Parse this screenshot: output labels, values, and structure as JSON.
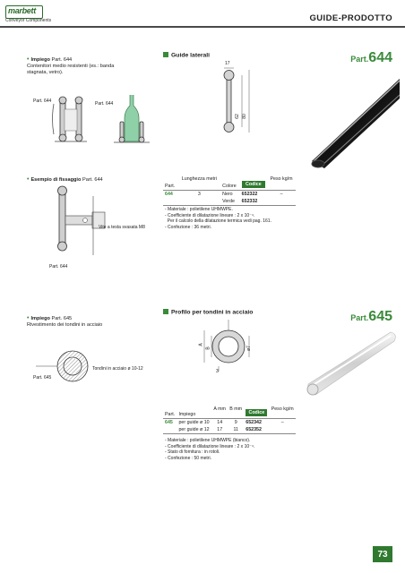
{
  "header": {
    "logo_text": "marbett",
    "logo_sub": "Conveyor Components",
    "title": "GUIDE-PRODOTTO"
  },
  "s644": {
    "impiego_label": "Impiego",
    "impiego_part": "Part. 644",
    "impiego_desc": "Contenitori medio resistenti (es.: banda stagnata, vetro).",
    "fig_label_1": "Part. 644",
    "fig_label_2": "Part. 644",
    "esempio_label": "Esempio di fissaggio",
    "esempio_part": "Part. 644",
    "screw_label": "Vite a testa svasata M8",
    "fig_label_3": "Part. 644",
    "section_title": "Guide laterali",
    "dim_top": "17",
    "dim_v1": "62",
    "dim_v2": "80",
    "part_prefix": "Part.",
    "part_number": "644",
    "table": {
      "headers": [
        "Part.",
        "Lunghezza metri",
        "Colore",
        "Codice",
        "Peso kg/m"
      ],
      "rows": [
        {
          "part": "644",
          "length": "3",
          "color": "Nero",
          "code": "652322",
          "weight": "–"
        },
        {
          "part": "",
          "length": "",
          "color": "Verde",
          "code": "652332",
          "weight": ""
        }
      ]
    },
    "notes": [
      "- Materiale : polietilene UHMWPE.",
      "- Coefficiente di dilatazione lineare : 2 x 10⁻⁴.",
      "  Per il calcolo della dilatazione termica vedi pag. 161.",
      "- Confezione : 36 metri."
    ]
  },
  "s645": {
    "impiego_label": "Impiego",
    "impiego_part": "Part. 645",
    "impiego_desc": "Rivestimento dei tondini in acciaio",
    "fig_label": "Part. 645",
    "rod_label": "Tondini in acciaio ø 10-12",
    "section_title": "Profilo per tondini in acciaio",
    "dim_a": "A",
    "dim_b": "B",
    "dim_3": "3",
    "dim_d": "ø7",
    "part_prefix": "Part.",
    "part_number": "645",
    "table": {
      "headers": [
        "Part.",
        "Impiego",
        "A mm",
        "B mm",
        "Codice",
        "Peso kg/m"
      ],
      "rows": [
        {
          "part": "645",
          "use": "per guide ø 10",
          "a": "14",
          "b": "9",
          "code": "652342",
          "weight": "–"
        },
        {
          "part": "",
          "use": "per guide ø 12",
          "a": "17",
          "b": "11",
          "code": "652352",
          "weight": ""
        }
      ]
    },
    "notes": [
      "- Materiale : polietilene UHMWPE (bianco).",
      "- Coefficiente di dilatazione lineare : 2 x 10⁻⁴.",
      "- Stato di fornitura : in rotoli.",
      "- Confezione : 50 metri."
    ]
  },
  "footer": {
    "page": "73"
  }
}
